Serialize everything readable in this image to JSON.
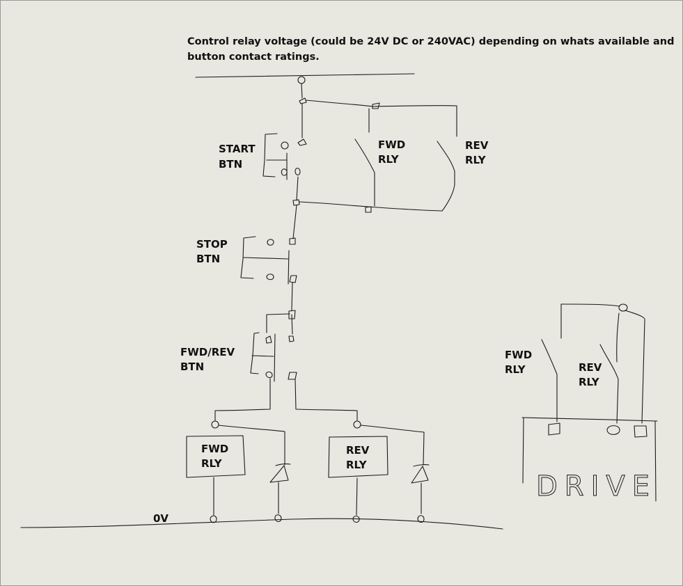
{
  "note": {
    "line1": "Control relay voltage (could be 24V DC or 240VAC) depending on whats available and",
    "line2": "button contact ratings."
  },
  "labels": {
    "start_btn": [
      "START",
      "BTN"
    ],
    "stop_btn": [
      "STOP",
      "BTN"
    ],
    "fwdrev_btn": [
      "FWD/REV",
      "BTN"
    ],
    "fwd_rly_contact": [
      "FWD",
      "RLY"
    ],
    "rev_rly_contact": [
      "REV",
      "RLY"
    ],
    "fwd_rly_coil": [
      "FWD",
      "RLY"
    ],
    "rev_rly_coil": [
      "REV",
      "RLY"
    ],
    "zero_volt": "0V",
    "drive_fwd_rly": [
      "FWD",
      "RLY"
    ],
    "drive_rev_rly": [
      "REV",
      "RLY"
    ],
    "drive": "DRIVE"
  },
  "colors": {
    "background": "#e8e8e1",
    "ink": "#1a1a1a"
  }
}
